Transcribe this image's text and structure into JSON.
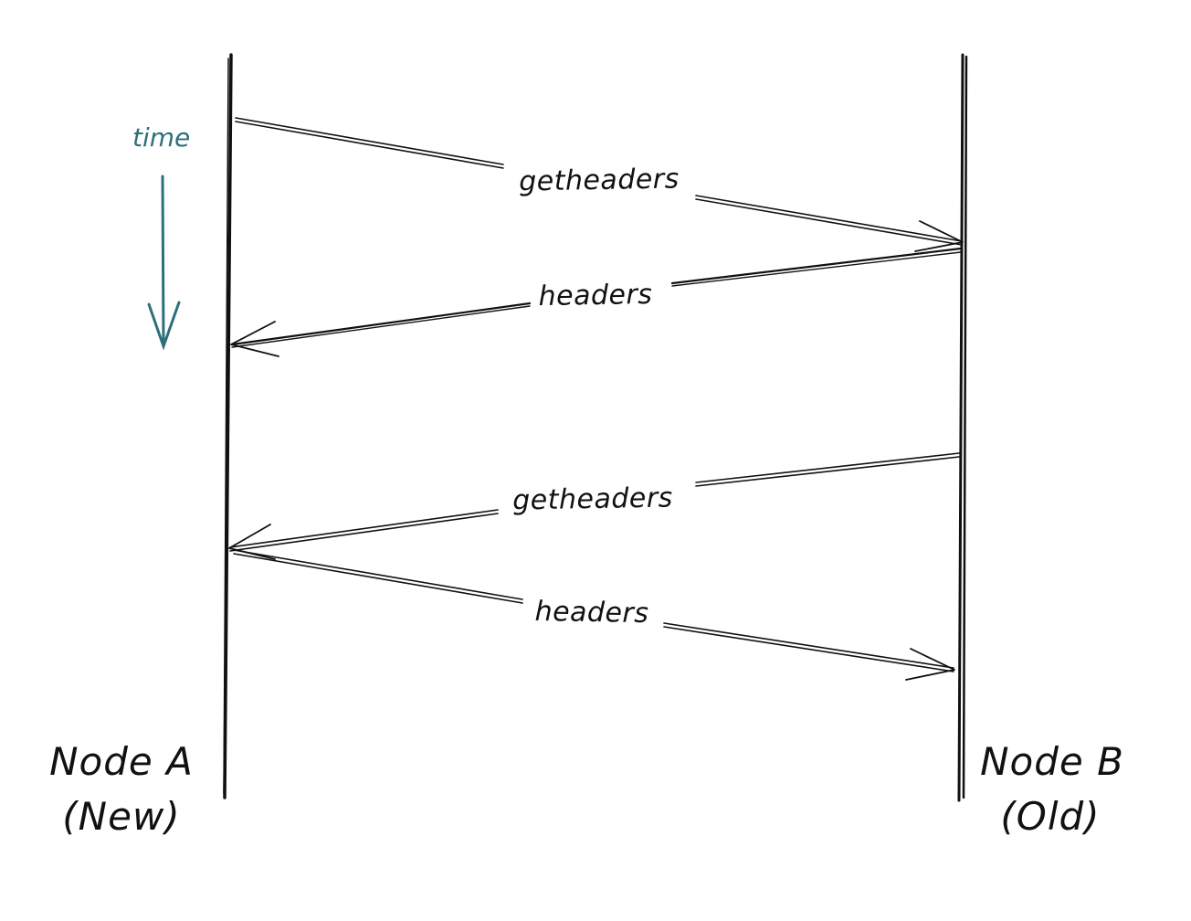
{
  "time_indicator": {
    "label": "time",
    "color": "#2f6f7a"
  },
  "nodes": {
    "left": {
      "name": "Node A",
      "tag": "(New)"
    },
    "right": {
      "name": "Node B",
      "tag": "(Old)"
    }
  },
  "messages": [
    {
      "label": "getheaders",
      "from": "Node A",
      "to": "Node B"
    },
    {
      "label": "headers",
      "from": "Node B",
      "to": "Node A"
    },
    {
      "label": "getheaders",
      "from": "Node B",
      "to": "Node A"
    },
    {
      "label": "headers",
      "from": "Node A",
      "to": "Node B"
    }
  ],
  "colors": {
    "ink": "#111111",
    "accent": "#2f6f7a",
    "background": "#ffffff"
  }
}
